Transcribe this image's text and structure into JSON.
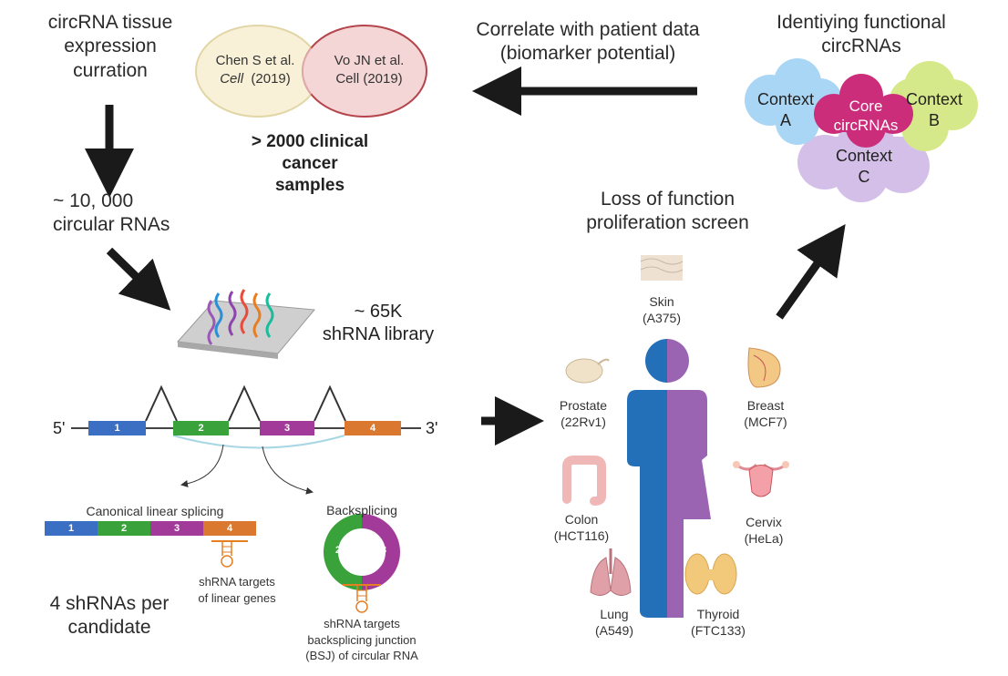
{
  "steps": {
    "curation": [
      "circRNA tissue",
      "expression",
      "curration"
    ],
    "circ_count": [
      "~ 10, 000",
      "circular RNAs"
    ],
    "library": [
      "~ 65K",
      "shRNA library"
    ],
    "per_candidate": [
      "4 shRNAs per",
      "candidate"
    ],
    "screen": [
      "Loss of function",
      "proliferation screen"
    ],
    "identify": [
      "Identiying functional",
      "circRNAs"
    ],
    "correlate": [
      "Correlate with patient data",
      "(biomarker potential)"
    ]
  },
  "venn": {
    "left": [
      "Chen S et al.",
      "Cell",
      "(2019)"
    ],
    "right": [
      "Vo JN et al.",
      "Cell (2019)"
    ],
    "caption": [
      "> 2000 clinical",
      "cancer",
      "samples"
    ]
  },
  "gene": {
    "five_prime": "5'",
    "three_prime": "3'",
    "exons": [
      "1",
      "2",
      "3",
      "4"
    ],
    "colors": [
      "#3a6fc4",
      "#3aa23a",
      "#a23a9a",
      "#d9782e"
    ]
  },
  "splicing": {
    "linear_label": "Canonical linear splicing",
    "back_label": "Backsplicing",
    "linear_target": [
      "shRNA targets",
      "of linear genes"
    ],
    "bsj_target": [
      "shRNA targets",
      "backsplicing junction",
      "(BSJ) of circular RNA"
    ],
    "circle_exons": [
      "2",
      "3"
    ]
  },
  "contexts": {
    "a": [
      "Context",
      "A"
    ],
    "b": [
      "Context",
      "B"
    ],
    "c": [
      "Context",
      "C"
    ],
    "core": [
      "Core",
      "circRNAs"
    ]
  },
  "tissues": {
    "skin": [
      "Skin",
      "(A375)"
    ],
    "prostate": [
      "Prostate",
      "(22Rv1)"
    ],
    "breast": [
      "Breast",
      "(MCF7)"
    ],
    "colon": [
      "Colon",
      "(HCT116)"
    ],
    "cervix": [
      "Cervix",
      "(HeLa)"
    ],
    "lung": [
      "Lung",
      "(A549)"
    ],
    "thyroid": [
      "Thyroid",
      "(FTC133)"
    ]
  },
  "colors": {
    "arrow": "#1a1a1a",
    "context_a": "#a9d6f5",
    "context_b": "#d6e98a",
    "context_c": "#d3bfe8",
    "core": "#cc2d7a",
    "person_blue": "#2370b8",
    "person_purple": "#9a64b3"
  }
}
